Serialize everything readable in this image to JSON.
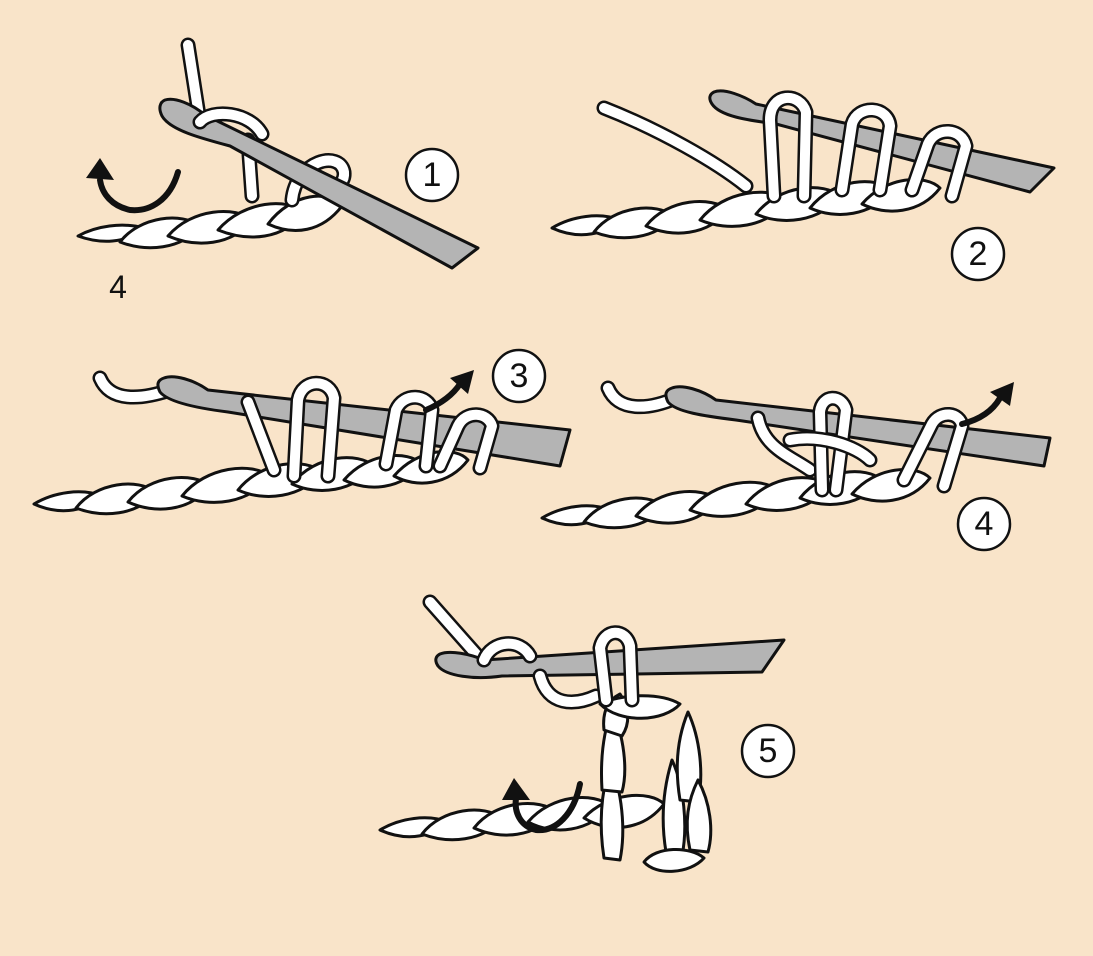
{
  "steps": [
    {
      "number": "1"
    },
    {
      "number": "2"
    },
    {
      "number": "3"
    },
    {
      "number": "4"
    },
    {
      "number": "5"
    }
  ],
  "chain_count_label": "4",
  "colors": {
    "background": "#f9e4c9",
    "hook": "#b4b4b4",
    "yarn": "#ffffff",
    "outline": "#111111"
  }
}
